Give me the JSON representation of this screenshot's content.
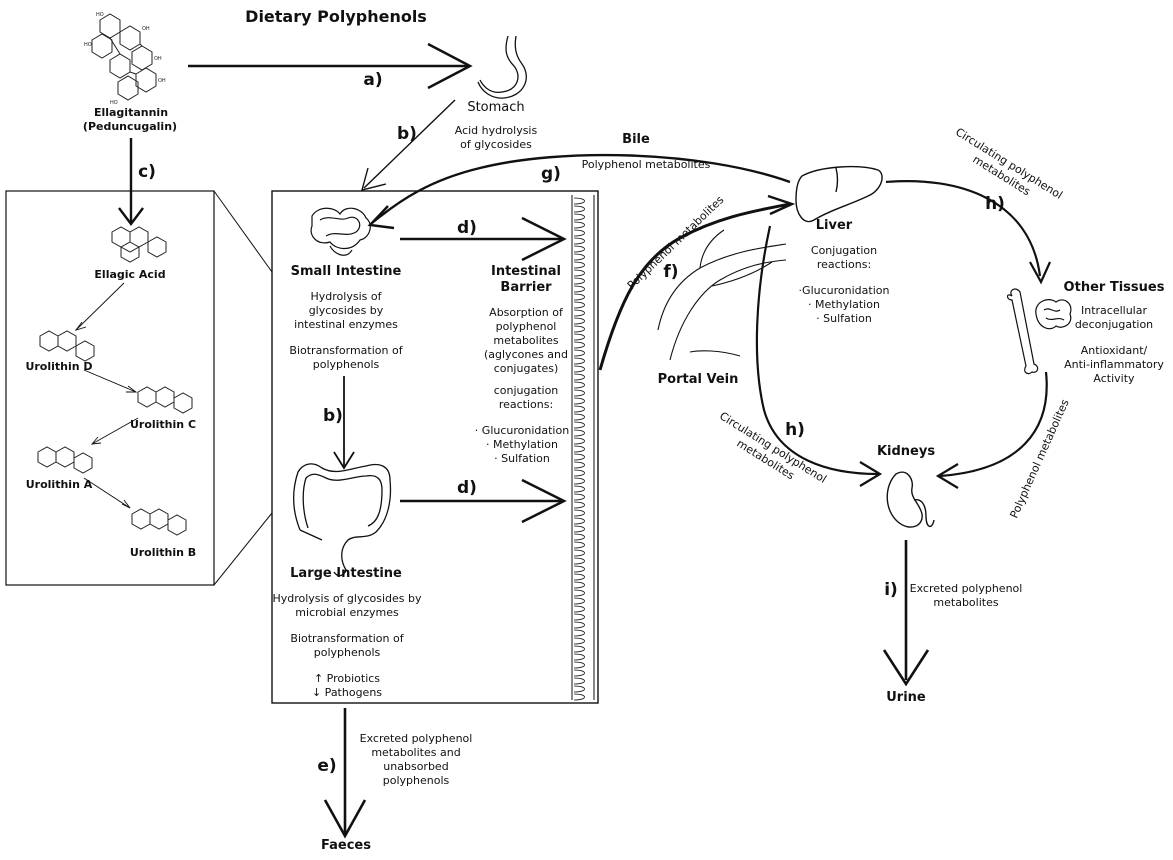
{
  "title": "Dietary Polyphenols",
  "source_compound": {
    "name": "Ellagitannin",
    "subname": "(Peduncugalin)"
  },
  "ellagic_panel": {
    "ellagic_acid": "Ellagic Acid",
    "urolithin_d": "Urolithin D",
    "urolithin_c": "Urolithin C",
    "urolithin_a": "Urolithin A",
    "urolithin_b": "Urolithin B"
  },
  "step_labels": {
    "a": "a)",
    "b1": "b)",
    "b2": "b)",
    "c": "c)",
    "d1": "d)",
    "d2": "d)",
    "e": "e)",
    "f": "f)",
    "g": "g)",
    "h1": "h)",
    "h2": "h)",
    "i": "i)"
  },
  "stomach": {
    "name": "Stomach",
    "desc": "Acid hydrolysis\nof glycosides"
  },
  "small_intestine": {
    "name": "Small Intestine",
    "desc1": "Hydrolysis of\nglycosides by\nintestinal enzymes",
    "desc2": "Biotransformation of\npolyphenols"
  },
  "large_intestine": {
    "name": "Large Intestine",
    "desc1": "Hydrolysis of glycosides by\nmicrobial enzymes",
    "desc2": "Biotransformation of\npolyphenols",
    "desc3": "↑ Probiotics\n↓ Pathogens"
  },
  "intestinal_barrier": {
    "name": "Intestinal\nBarrier",
    "desc1": "Absorption of\npolyphenol\nmetabolites\n(aglycones and\nconjugates)",
    "desc2": "conjugation\nreactions:",
    "desc3": "· Glucuronidation\n·  Methylation\n·  Sulfation"
  },
  "bile": {
    "name": "Bile",
    "desc": "Polyphenol metabolites"
  },
  "portal_vein": {
    "name": "Portal Vein",
    "arrow_text": "Polyphenol metabolites"
  },
  "liver": {
    "name": "Liver",
    "desc1": "Conjugation\nreactions:",
    "desc2": "·Glucuronidation\n· Methylation\n· Sulfation"
  },
  "other_tissues": {
    "name": "Other Tissues",
    "desc1": "Intracellular\ndeconjugation",
    "desc2": "Antioxidant/\nAnti-inflammatory\nActivity",
    "arrow_text": "Circulating polyphenol\nmetabolites"
  },
  "kidneys": {
    "name": "Kidneys",
    "circ_text": "Circulating polyphenol\nmetabolites",
    "tissue_text": "Polyphenol metabolites"
  },
  "urine": {
    "name": "Urine",
    "desc": "Excreted polyphenol\nmetabolites"
  },
  "faeces": {
    "name": "Faeces",
    "desc": "Excreted polyphenol\nmetabolites and\nunabsorbed\npolyphenols"
  },
  "colors": {
    "line": "#111111",
    "background": "#ffffff"
  }
}
